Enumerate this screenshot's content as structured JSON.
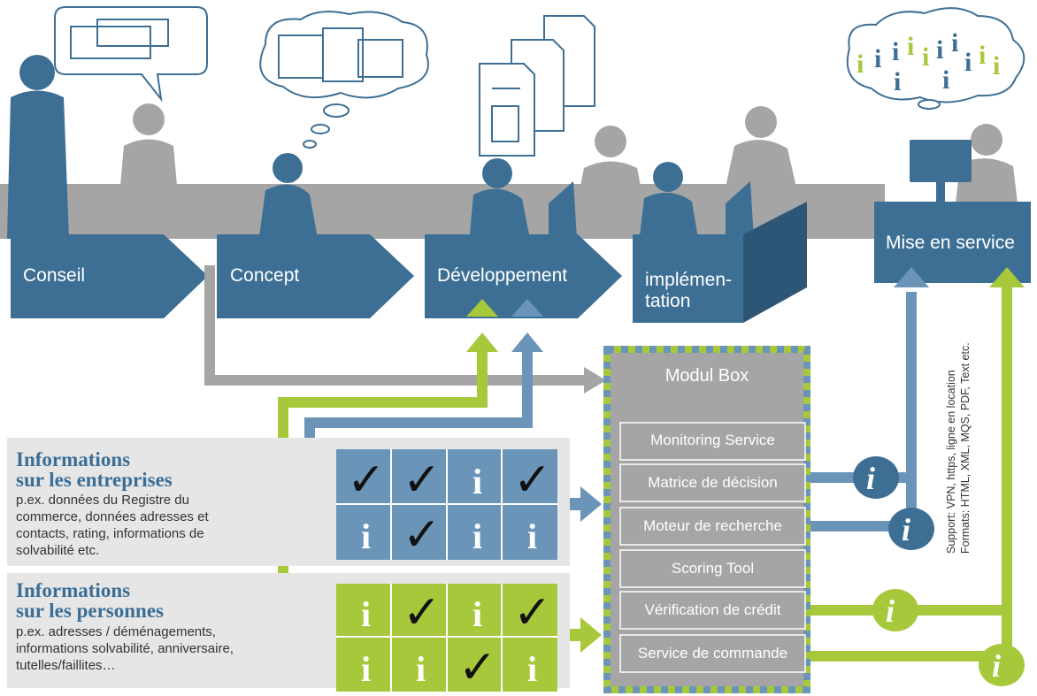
{
  "stages": [
    {
      "label": "Conseil"
    },
    {
      "label": "Concept"
    },
    {
      "label": "Développement"
    },
    {
      "label": "implémen-\ntation"
    },
    {
      "label": "Mise en service"
    }
  ],
  "modul_box": {
    "title": "Modul Box",
    "modules": [
      "Monitoring Service",
      "Matrice de décision",
      "Moteur de recherche",
      "Scoring Tool",
      "Vérification de crédit",
      "Service de commande"
    ]
  },
  "info_blocks": [
    {
      "title": "Informations\nsur les entreprises",
      "description": "p.ex. données du Registre du\ncommerce, données adresses et\ncontacts, rating, informations de\nsolvabilité etc."
    },
    {
      "title": "Informations\nsur les personnes",
      "description": "p.ex. adresses / déménagements,\ninformations solvabilité, anniversaire,\ntutelles/faillites…"
    }
  ],
  "side_note": "Support: VPN, https, ligne en location\nFormats: HTML, XML, MQS, PDF, Text etc.",
  "colors": {
    "blue": "#3d6f94",
    "light_blue": "#6a95b8",
    "green": "#a6c83a",
    "gray": "#a5a5a5",
    "light_gray": "#e6e6e6"
  }
}
